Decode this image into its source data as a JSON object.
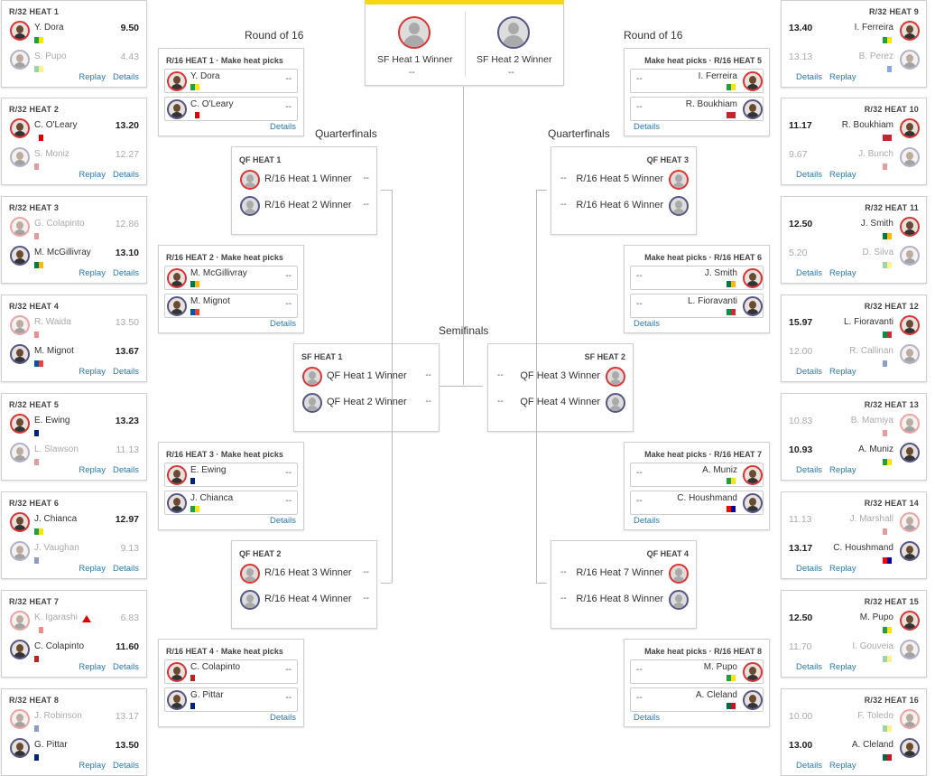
{
  "final": {
    "left": {
      "label": "SF Heat 1 Winner",
      "score": "--"
    },
    "right": {
      "label": "SF Heat 2 Winner",
      "score": "--"
    }
  },
  "round_labels": {
    "r16_left": "Round of 16",
    "r16_right": "Round of 16",
    "qf_left": "Quarterfinals",
    "qf_right": "Quarterfinals",
    "sf": "Semifinals"
  },
  "links": {
    "replay": "Replay",
    "details": "Details"
  },
  "r32_left": [
    {
      "title": "R/32 HEAT 1",
      "a": {
        "name": "Y. Dora",
        "score": "9.50",
        "win": true
      },
      "b": {
        "name": "S. Pupo",
        "score": "4.43",
        "win": false
      }
    },
    {
      "title": "R/32 HEAT 2",
      "a": {
        "name": "C. O'Leary",
        "score": "13.20",
        "win": true
      },
      "b": {
        "name": "S. Moniz",
        "score": "12.27",
        "win": false
      }
    },
    {
      "title": "R/32 HEAT 3",
      "a": {
        "name": "G. Colapinto",
        "score": "12.86",
        "win": false
      },
      "b": {
        "name": "M. McGillivray",
        "score": "13.10",
        "win": true
      }
    },
    {
      "title": "R/32 HEAT 4",
      "a": {
        "name": "R. Waida",
        "score": "13.50",
        "win": false
      },
      "b": {
        "name": "M. Mignot",
        "score": "13.67",
        "win": true
      }
    },
    {
      "title": "R/32 HEAT 5",
      "a": {
        "name": "E. Ewing",
        "score": "13.23",
        "win": true
      },
      "b": {
        "name": "L. Slawson",
        "score": "11.13",
        "win": false
      }
    },
    {
      "title": "R/32 HEAT 6",
      "a": {
        "name": "J. Chianca",
        "score": "12.97",
        "win": true
      },
      "b": {
        "name": "J. Vaughan",
        "score": "9.13",
        "win": false
      }
    },
    {
      "title": "R/32 HEAT 7",
      "a": {
        "name": "K. Igarashi",
        "score": "6.83",
        "win": false
      },
      "b": {
        "name": "C. Colapinto",
        "score": "11.60",
        "win": true
      }
    },
    {
      "title": "R/32 HEAT 8",
      "a": {
        "name": "J. Robinson",
        "score": "13.17",
        "win": false
      },
      "b": {
        "name": "G. Pittar",
        "score": "13.50",
        "win": true
      }
    }
  ],
  "r32_right": [
    {
      "title": "R/32 HEAT 9",
      "a": {
        "name": "I. Ferreira",
        "score": "13.40",
        "win": true
      },
      "b": {
        "name": "B. Perez",
        "score": "13.13",
        "win": false
      }
    },
    {
      "title": "R/32 HEAT 10",
      "a": {
        "name": "R. Boukhiam",
        "score": "11.17",
        "win": true
      },
      "b": {
        "name": "J. Bunch",
        "score": "9.67",
        "win": false
      }
    },
    {
      "title": "R/32 HEAT 11",
      "a": {
        "name": "J. Smith",
        "score": "12.50",
        "win": true
      },
      "b": {
        "name": "D. Silva",
        "score": "5.20",
        "win": false
      }
    },
    {
      "title": "R/32 HEAT 12",
      "a": {
        "name": "L. Fioravanti",
        "score": "15.97",
        "win": true
      },
      "b": {
        "name": "R. Callinan",
        "score": "12.00",
        "win": false
      }
    },
    {
      "title": "R/32 HEAT 13",
      "a": {
        "name": "B. Mamiya",
        "score": "10.83",
        "win": false
      },
      "b": {
        "name": "A. Muniz",
        "score": "10.93",
        "win": true
      }
    },
    {
      "title": "R/32 HEAT 14",
      "a": {
        "name": "J. Marshall",
        "score": "11.13",
        "win": false
      },
      "b": {
        "name": "C. Houshmand",
        "score": "13.17",
        "win": true
      }
    },
    {
      "title": "R/32 HEAT 15",
      "a": {
        "name": "M. Pupo",
        "score": "12.50",
        "win": true
      },
      "b": {
        "name": "I. Gouveia",
        "score": "11.70",
        "win": false
      }
    },
    {
      "title": "R/32 HEAT 16",
      "a": {
        "name": "F. Toledo",
        "score": "10.00",
        "win": false
      },
      "b": {
        "name": "A. Cleland",
        "score": "13.00",
        "win": true
      }
    }
  ],
  "r16_left": [
    {
      "title": "R/16 HEAT 1 · Make heat picks",
      "a": "Y. Dora",
      "b": "C. O'Leary"
    },
    {
      "title": "R/16 HEAT 2 · Make heat picks",
      "a": "M. McGillivray",
      "b": "M. Mignot"
    },
    {
      "title": "R/16 HEAT 3 · Make heat picks",
      "a": "E. Ewing",
      "b": "J. Chianca"
    },
    {
      "title": "R/16 HEAT 4 · Make heat picks",
      "a": "C. Colapinto",
      "b": "G. Pittar"
    }
  ],
  "r16_right": [
    {
      "title": "Make heat picks · R/16 HEAT 5",
      "a": "I. Ferreira",
      "b": "R. Boukhiam"
    },
    {
      "title": "Make heat picks · R/16 HEAT 6",
      "a": "J. Smith",
      "b": "L. Fioravanti"
    },
    {
      "title": "Make heat picks · R/16 HEAT 7",
      "a": "A. Muniz",
      "b": "C. Houshmand"
    },
    {
      "title": "Make heat picks · R/16 HEAT 8",
      "a": "M. Pupo",
      "b": "A. Cleland"
    }
  ],
  "qf_left": [
    {
      "title": "QF HEAT 1",
      "a": "R/16 Heat 1 Winner",
      "b": "R/16 Heat 2 Winner"
    },
    {
      "title": "QF HEAT 2",
      "a": "R/16 Heat 3 Winner",
      "b": "R/16 Heat 4 Winner"
    }
  ],
  "qf_right": [
    {
      "title": "QF HEAT 3",
      "a": "R/16 Heat 5 Winner",
      "b": "R/16 Heat 6 Winner"
    },
    {
      "title": "QF HEAT 4",
      "a": "R/16 Heat 7 Winner",
      "b": "R/16 Heat 8 Winner"
    }
  ],
  "sf": [
    {
      "title": "SF HEAT 1",
      "a": "QF Heat 1 Winner",
      "b": "QF Heat 2 Winner"
    },
    {
      "title": "SF HEAT 2",
      "a": "QF Heat 3 Winner",
      "b": "QF Heat 4 Winner"
    }
  ],
  "dash": "--",
  "colors": {
    "accent_red": "#dd3333",
    "accent_blue": "#555588",
    "link": "#2a7ab0",
    "final_bar": "#f5d815"
  }
}
